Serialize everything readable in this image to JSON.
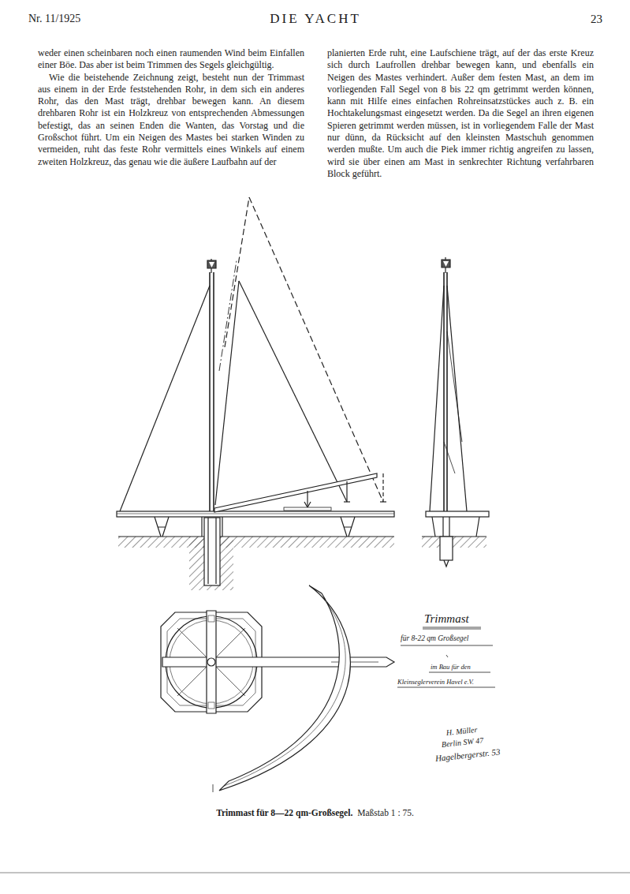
{
  "diagram": {
    "title": "DIE YACHT",
    "caption": "Trimmast für 8—22 qm-Großsegel.",
    "labels": [
      "Nr. 11/1925",
      "23",
      "weder einen scheinbaren noch einen raumenden Wind beim Einfallen einer Böe. Das aber ist beim Trimmen des Segels gleichgültig.",
      "Wie die beistehende Zeichnung zeigt, besteht nun der Trimmast aus einem in der Erde feststehenden Rohr, in dem sich ein anderes Rohr, das den Mast trägt, drehbar bewegen kann. An diesem drehbaren Rohr ist ein Holzkreuz von entsprechenden Abmessungen befestigt, das an seinen Enden die Wanten, das Vorstag und die Großschot führt. Um ein Neigen des Mastes bei starken Winden zu vermeiden, ruht das feste Rohr vermittels eines Winkels auf einem zweiten Holzkreuz, das genau wie die äußere Laufbahn auf der",
      "planierten Erde ruht, eine Laufschiene trägt, auf der das erste Kreuz sich durch Laufrollen drehbar bewegen kann, und ebenfalls ein Neigen des Mastes verhindert. Außer dem festen Mast, an dem im vorliegenden Fall Segel von 8 bis 22 qm getrimmt werden können, kann mit Hilfe eines einfachen Rohreinsatzstückes auch z. B. ein Hochtakelungsmast eingesetzt werden. Da die Segel an ihren eigenen Spieren getrimmt werden müssen, ist in vorliegendem Falle der Mast nur dünn, da Rücksicht auf den kleinsten Mastschuh genommen werden mußte. Um auch die Piek immer richtig angreifen zu lassen, wird sie über einen am Mast in senkrechter Richtung verfahrbaren Block geführt.",
      "Trimmast",
      "für 8-22 qm Großsegel",
      "im Bau für den",
      "Kleinseglerverein Havel e.V.",
      "H. Müller",
      "Berlin SW 47",
      "Hagelbergerstr. 53",
      "Maßstab 1 : 75."
    ]
  }
}
